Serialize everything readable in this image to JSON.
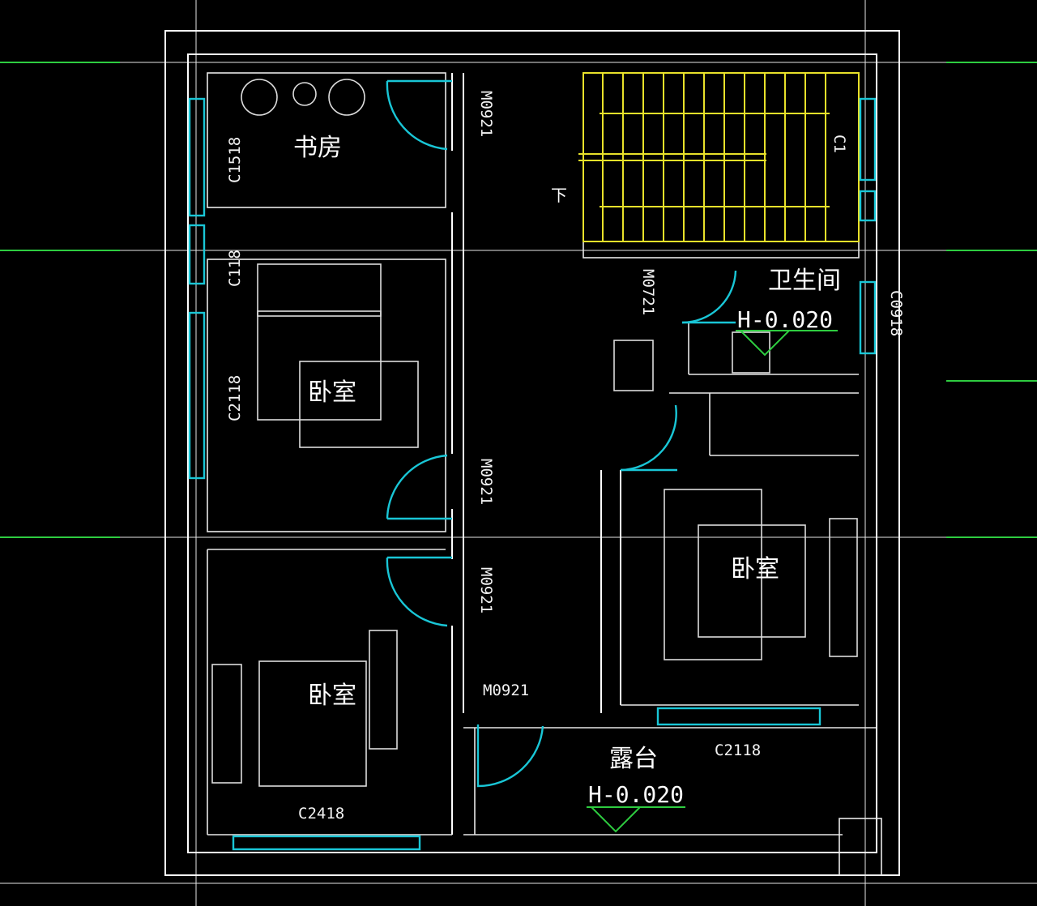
{
  "rooms": {
    "study": "书房",
    "bedroom_top_left": "卧室",
    "bedroom_bottom_left": "卧室",
    "bedroom_right": "卧室",
    "bathroom": "卫生间",
    "terrace": "露台"
  },
  "levels": {
    "bathroom": "H-0.020",
    "terrace": "H-0.020"
  },
  "codes": {
    "window_study": "C1518",
    "window_small_left": "C118",
    "window_bedroom_left": "C2118",
    "window_bottom_left": "C2418",
    "window_right_bedroom": "C2118",
    "window_east": "C0918",
    "window_stair": "C1",
    "door_study": "M0921",
    "door_bedroom_top": "M0921",
    "door_bedroom_bottom": "M0921",
    "door_terrace": "M0921",
    "door_bathroom": "M0721"
  },
  "stair_mark": "下",
  "colors": {
    "background": "#000000",
    "wall": "#ffffff",
    "window": "#19c6d6",
    "stair": "#e8e12a",
    "axis": "#2ecc40"
  }
}
